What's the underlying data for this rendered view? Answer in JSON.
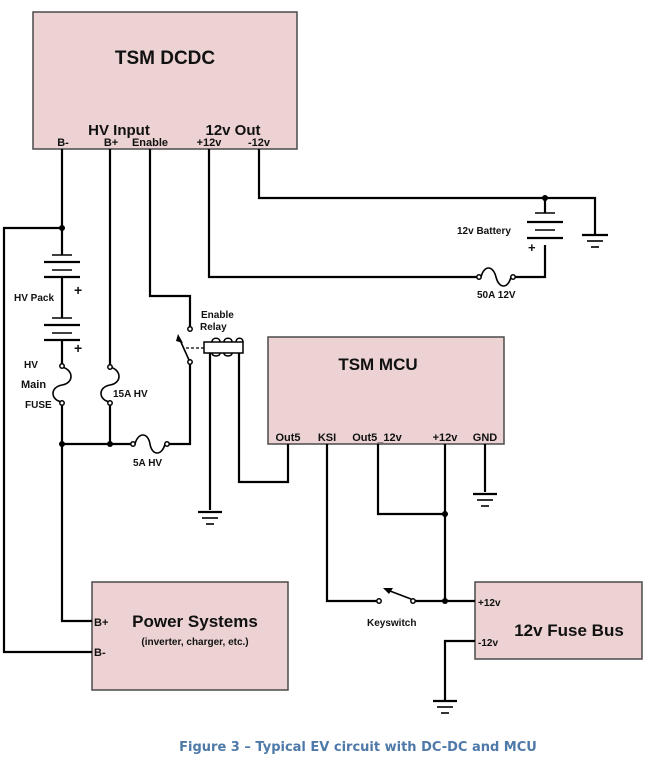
{
  "caption": "Figure 3 – Typical EV circuit with DC-DC and MCU",
  "dcdc": {
    "title": "TSM DCDC",
    "group_hv": "HV Input",
    "group_12v": "12v Out",
    "pins": [
      "B-",
      "B+",
      "Enable",
      "+12v",
      "-12v"
    ]
  },
  "mcu": {
    "title": "TSM MCU",
    "pins": [
      "Out5",
      "KSI",
      "Out5_12v",
      "+12v",
      "GND"
    ]
  },
  "power_systems": {
    "title": "Power Systems",
    "subtitle": "(inverter, charger, etc.)",
    "pins": [
      "B+",
      "B-"
    ]
  },
  "fuse_bus": {
    "title": "12v Fuse Bus",
    "pins": [
      "+12v",
      "-12v"
    ]
  },
  "components": {
    "hv_pack": "HV Pack",
    "hv_pack_plus": "+",
    "hv_main_fuse": [
      "HV",
      "Main",
      "FUSE"
    ],
    "fuse_15a": "15A HV",
    "fuse_5a": "5A HV",
    "relay": [
      "Enable",
      "Relay"
    ],
    "battery_12v": "12v Battery",
    "battery_plus": "+",
    "fuse_50a": "50A 12V",
    "keyswitch": "Keyswitch"
  }
}
